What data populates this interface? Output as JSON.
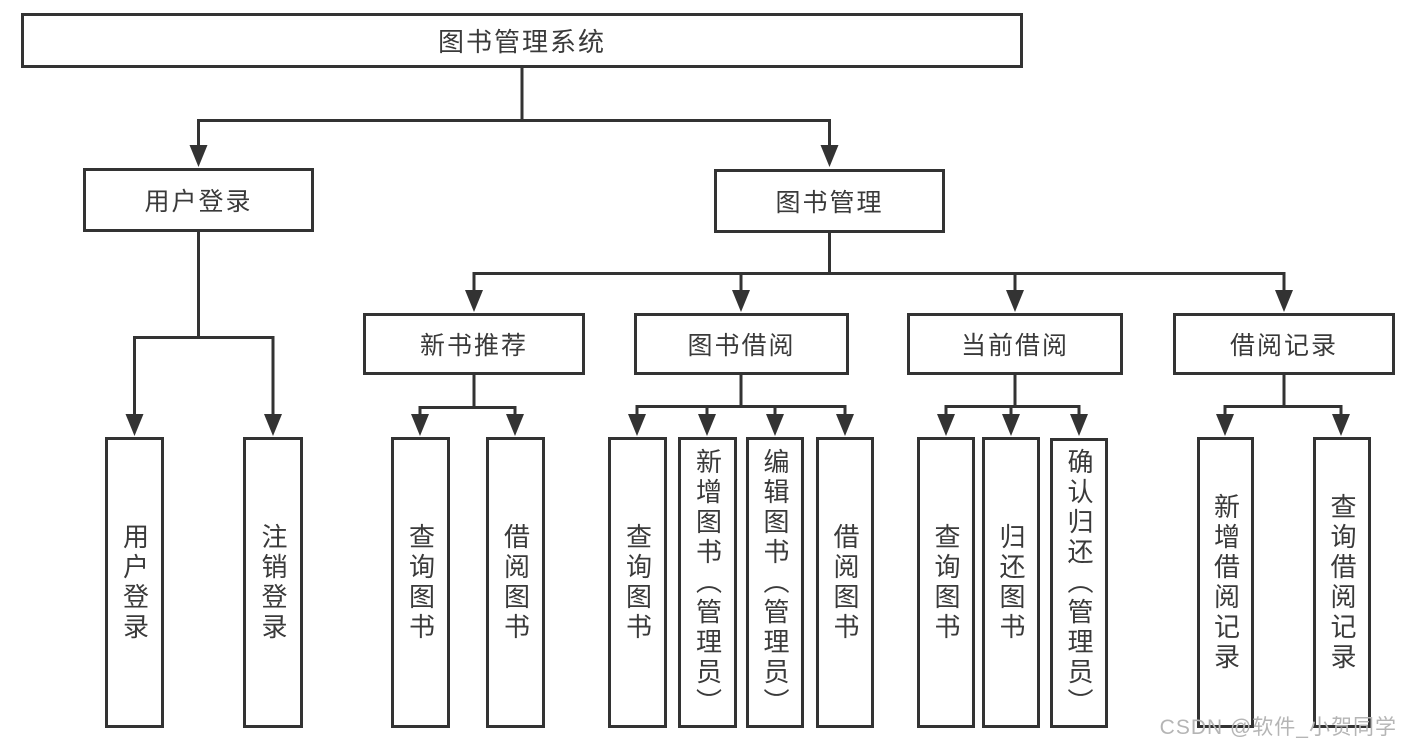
{
  "diagram": {
    "root": {
      "label": "图书管理系统",
      "children": [
        {
          "label": "用户登录",
          "children": [
            {
              "label": "用户登录"
            },
            {
              "label": "注销登录"
            }
          ]
        },
        {
          "label": "图书管理",
          "children": [
            {
              "label": "新书推荐",
              "children": [
                {
                  "label": "查询图书"
                },
                {
                  "label": "借阅图书"
                }
              ]
            },
            {
              "label": "图书借阅",
              "children": [
                {
                  "label": "查询图书"
                },
                {
                  "label": "新增图书（管理员）"
                },
                {
                  "label": "编辑图书（管理员）"
                },
                {
                  "label": "借阅图书"
                }
              ]
            },
            {
              "label": "当前借阅",
              "children": [
                {
                  "label": "查询图书"
                },
                {
                  "label": "归还图书"
                },
                {
                  "label": "确认归还（管理员）"
                }
              ]
            },
            {
              "label": "借阅记录",
              "children": [
                {
                  "label": "新增借阅记录"
                },
                {
                  "label": "查询借阅记录"
                }
              ]
            }
          ]
        }
      ]
    },
    "colors": {
      "line": "#333333",
      "box_fill": "#ffffff",
      "text": "#3a3a3a",
      "watermark": "#b5b5b5"
    }
  },
  "watermark": {
    "text": "CSDN @软件_小贺同学"
  }
}
